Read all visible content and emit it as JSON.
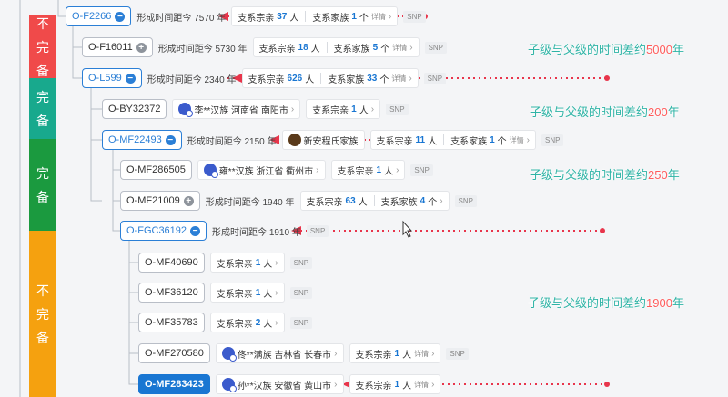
{
  "colors": {
    "red": "#f04a4a",
    "teal": "#18a98d",
    "green": "#1b9a3f",
    "orange": "#f5a10f",
    "accent": "#1976d2",
    "dotted": "#e8354b"
  },
  "bands": [
    {
      "chars": [
        "不",
        "完",
        "备"
      ],
      "color": "#f04a4a"
    },
    {
      "chars": [
        "完",
        "备"
      ],
      "color": "#18a98d"
    },
    {
      "chars": [
        "完",
        "备"
      ],
      "color": "#1b9a3f"
    },
    {
      "chars": [
        "不",
        "完",
        "备"
      ],
      "color": "#f5a10f"
    }
  ],
  "labels": {
    "age_prefix": "形成时间距今",
    "branch": "支系宗亲",
    "surname": "支系家族",
    "unit_person": "人",
    "unit_count": "个",
    "details": "详情",
    "snp": "SNP"
  },
  "nodes": [
    {
      "id": "O-F2266",
      "age": "7570 年",
      "branch": "37",
      "surname": "1"
    },
    {
      "id": "O-F16011",
      "age": "5730 年",
      "branch": "18",
      "surname": "5"
    },
    {
      "id": "O-L599",
      "age": "2340 年",
      "branch": "626",
      "surname": "33"
    },
    {
      "id": "O-BY32372",
      "person": "李**汉族 河南省 南阳市",
      "branch": "1"
    },
    {
      "id": "O-MF22493",
      "age": "2150 年",
      "person": "新安程氏家族",
      "branch": "11",
      "surname": "1"
    },
    {
      "id": "O-MF286505",
      "person": "雍**汉族 浙江省 衢州市",
      "branch": "1"
    },
    {
      "id": "O-MF21009",
      "age": "1940 年",
      "branch": "63",
      "surname": "4"
    },
    {
      "id": "O-FGC36192",
      "age": "1910 年"
    },
    {
      "id": "O-MF40690",
      "branch": "1"
    },
    {
      "id": "O-MF36120",
      "branch": "1"
    },
    {
      "id": "O-MF35783",
      "branch": "2"
    },
    {
      "id": "O-MF270580",
      "person": "佟**满族 吉林省 长春市",
      "branch": "1"
    },
    {
      "id": "O-MF283423",
      "person": "孙**汉族 安徽省 黄山市",
      "branch": "1"
    }
  ],
  "annotations": [
    {
      "pre": "子级与父级的时间差约",
      "num": "5000",
      "post": "年"
    },
    {
      "pre": "子级与父级的时间差约",
      "num": "200",
      "post": "年"
    },
    {
      "pre": "子级与父级的时间差约",
      "num": "250",
      "post": "年"
    },
    {
      "pre": "子级与父级的时间差约",
      "num": "1900",
      "post": "年"
    }
  ]
}
